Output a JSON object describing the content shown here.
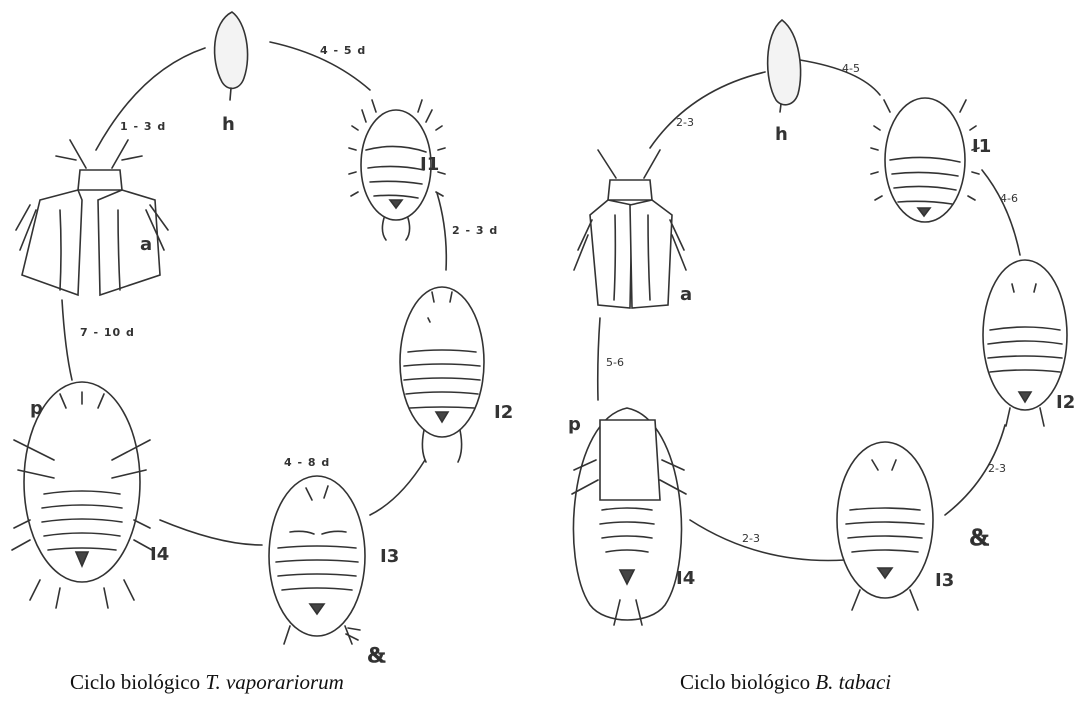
{
  "left_cycle": {
    "stages": {
      "egg": "h",
      "adult": "a",
      "instar1": "I1",
      "instar2": "I2",
      "instar3": "I3",
      "instar4": "I4",
      "pupa": "p"
    },
    "durations": {
      "adult_to_egg": "1 - 3 d",
      "egg_to_I1": "4 - 5 d",
      "I1_to_I2": "2 - 3 d",
      "I3": "4 - 8 d",
      "I4_to_adult": "7 - 10 d"
    },
    "caption_prefix": "Ciclo biológico ",
    "caption_species": "T. vaporariorum"
  },
  "right_cycle": {
    "stages": {
      "egg": "h",
      "adult": "a",
      "instar1": "I1",
      "instar2": "I2",
      "instar3": "I3",
      "instar4": "I4",
      "pupa": "p"
    },
    "durations": {
      "adult_to_egg": "2-3",
      "egg_to_I1": "4-5",
      "I1_to_I2": "4-6",
      "I2_to_I3": "2-3",
      "I3_to_I4": "2-3",
      "I4_to_adult": "5-6"
    },
    "caption_prefix": "Ciclo biológico ",
    "caption_species": "B. tabaci"
  }
}
